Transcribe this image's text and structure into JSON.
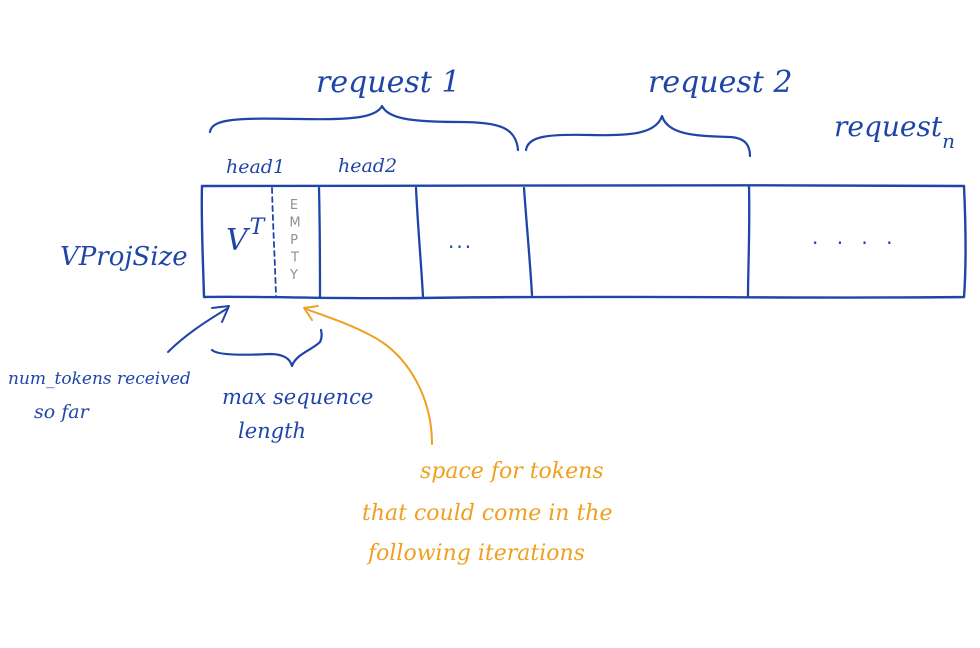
{
  "colors": {
    "ink_blue": "#1f45a8",
    "ink_orange": "#f0a020",
    "ink_gray": "#909090",
    "background": "#ffffff"
  },
  "labels": {
    "request_1": "request 1",
    "request_2": "request 2",
    "request_n_base": "request",
    "request_n_sub": "n",
    "head_1": "head1",
    "head_2": "head2",
    "row_label": "VProjSize",
    "v_transpose_base": "V",
    "v_transpose_sup": "T",
    "empty_letters": [
      "E",
      "M",
      "P",
      "T",
      "Y"
    ],
    "ellipsis_short": "...",
    "ellipsis_long": ". . . .",
    "num_tokens_line1": "num_tokens received",
    "num_tokens_line2": "so far",
    "max_seq_line1": "max sequence",
    "max_seq_line2": "length",
    "space_line1": "space for tokens",
    "space_line2": "that could come in the",
    "space_line3": "following iterations"
  }
}
